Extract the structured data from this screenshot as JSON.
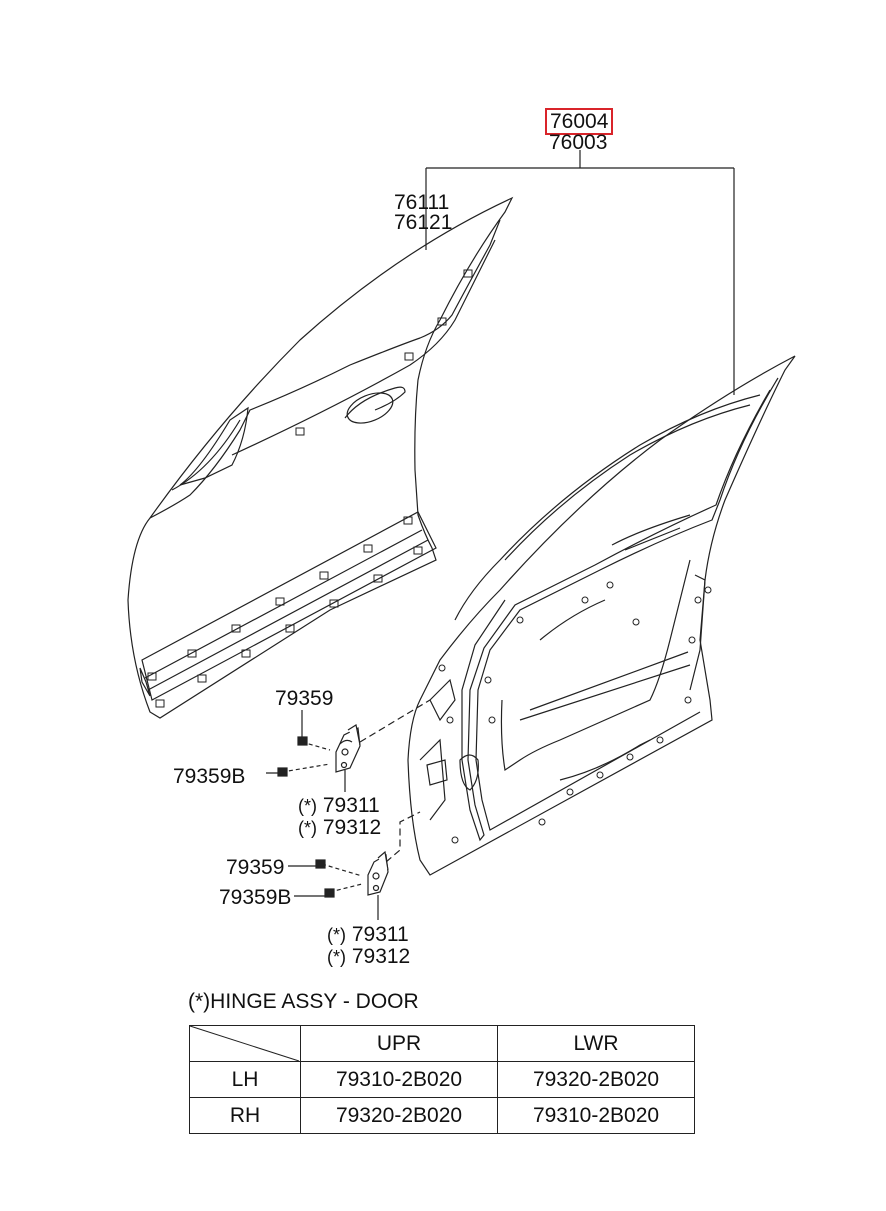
{
  "callouts": {
    "assy_main_highlight": "76004",
    "assy_main": "76003",
    "panel_outer_1": "76111",
    "panel_outer_2": "76121",
    "bolt_upper_a": "79359",
    "bolt_upper_b": "79359B",
    "hinge_upper_1": "79311",
    "hinge_upper_2": "79312",
    "bolt_lower_a": "79359",
    "bolt_lower_b": "79359B",
    "hinge_lower_1": "79311",
    "hinge_lower_2": "79312",
    "asterisk": "(*)"
  },
  "note": "(*)HINGE ASSY - DOOR",
  "table": {
    "headers": [
      "",
      "UPR",
      "LWR"
    ],
    "rows": [
      {
        "side": "LH",
        "upr": "79310-2B020",
        "lwr": "79320-2B020"
      },
      {
        "side": "RH",
        "upr": "79320-2B020",
        "lwr": "79310-2B020"
      }
    ]
  },
  "colors": {
    "highlight": "#d9242a",
    "line": "#222222"
  }
}
